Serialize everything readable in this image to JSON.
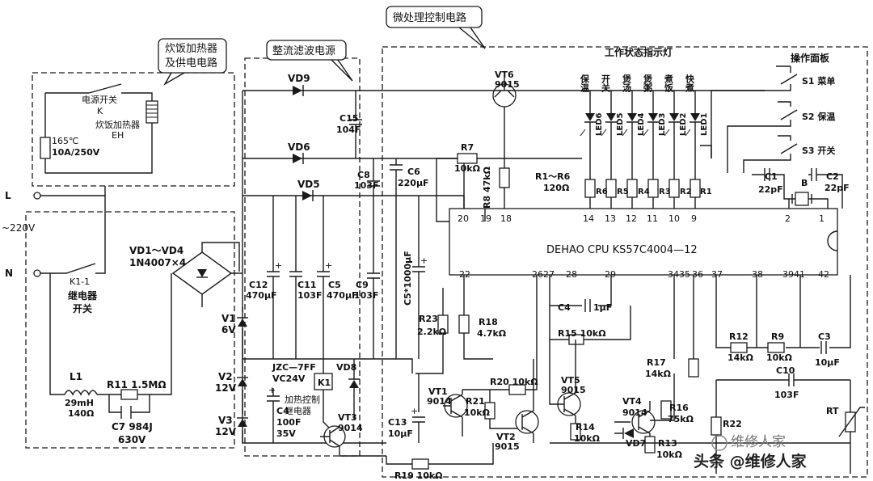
{
  "blocks": {
    "cooker_heater": [
      "炊饭加热器",
      "及供电电路"
    ],
    "rectifier": "整流滤波电源",
    "mcu": "微处理控制电路"
  },
  "mains": {
    "L": "L",
    "voltage": "~220V",
    "N": "N"
  },
  "heater_section": {
    "switch_name": "电源开关",
    "switch_ref": "K",
    "heater_name": "炊饭加热器",
    "heater_ref": "EH",
    "fuse_temp": "165℃",
    "fuse_rating": "10A/250V",
    "relay_contact_ref": "K1-1",
    "relay_contact_name": [
      "继电器",
      "开关"
    ]
  },
  "rectifier_section": {
    "bridge_ref": "VD1～VD4",
    "bridge_part": "1N4007×4",
    "l1_ref": "L1",
    "l1_value": [
      "29mH",
      "140Ω"
    ],
    "r11": "R11 1.5MΩ",
    "c7_ref": "C7 984J",
    "c7_value": "630V",
    "v1": [
      "V1",
      "6V"
    ],
    "v2": [
      "V2",
      "12V"
    ],
    "v3": [
      "V3",
      "12V"
    ],
    "vd9": "VD9",
    "vd6": "VD6",
    "vd5": "VD5",
    "vd8": "VD8",
    "c15": [
      "C15",
      "104F"
    ],
    "c8": [
      "C8",
      "103F"
    ],
    "c6": [
      "C6",
      "220μF"
    ],
    "c12": [
      "C12",
      "470μF"
    ],
    "c11": [
      "C11",
      "103F"
    ],
    "c5": [
      "C5",
      "470μF"
    ],
    "c9": [
      "C9",
      "103F"
    ],
    "c5_star": "C5*1000μF",
    "relay_type": [
      "JZC—7FF",
      "VC24V"
    ],
    "relay_ref": "K1",
    "relay_label": [
      "加热控制",
      "继电器"
    ],
    "c4": [
      "C4",
      "100F",
      "35V"
    ]
  },
  "mcu_section": {
    "chip": "DEHAO CPU  KS57C4004—12",
    "vt6": [
      "VT6",
      "9015"
    ],
    "r7": [
      "R7",
      "10kΩ"
    ],
    "r8": "R8 47kΩ",
    "r1r6": [
      "R1～R6",
      "120Ω"
    ],
    "indicator_title": "工作状态指示灯",
    "indicator_chars": [
      "保温",
      "开关",
      "煲汤",
      "煲粥",
      "煮饭",
      "快煮"
    ],
    "leds": [
      "LED6",
      "LED5",
      "LED4",
      "LED3",
      "LED2",
      "LED1"
    ],
    "resistors": [
      "R6",
      "R5",
      "R4",
      "R3",
      "R2",
      "R1"
    ],
    "pins_top": [
      "20",
      "19",
      "18",
      "14",
      "13",
      "12",
      "11",
      "10",
      "9",
      "2",
      "1"
    ],
    "pins_bottom": [
      "22",
      "2627",
      "28",
      "29",
      "3435",
      "36",
      "37",
      "38",
      "3941",
      "42"
    ],
    "panel_title": "操作面板",
    "switches": [
      "S1 菜单",
      "S2 保温",
      "S3 开关"
    ],
    "c1": [
      "C1",
      "22pF"
    ],
    "c2": [
      "C2",
      "22pF"
    ],
    "crystal": "B",
    "c4": "C4",
    "c4_value": "1μF",
    "r15": "R15 10kΩ",
    "r23": [
      "R23",
      "2.2kΩ"
    ],
    "r18": [
      "R18",
      "4.7kΩ"
    ],
    "vt1": [
      "VT1",
      "9014"
    ],
    "r20": "R20 10kΩ",
    "r21": [
      "R21",
      "10kΩ"
    ],
    "vt2": [
      "VT2",
      "9015"
    ],
    "c13": [
      "C13",
      "10μF"
    ],
    "vt3": [
      "VT3",
      "9014"
    ],
    "r19": "R19 10kΩ",
    "vt5": [
      "VT5",
      "9015"
    ],
    "r14": [
      "R14",
      "10kΩ"
    ],
    "vt4": [
      "VT4",
      "9014"
    ],
    "vd7": "VD7",
    "r13": [
      "R13",
      "10kΩ"
    ],
    "r17": [
      "R17",
      "14kΩ"
    ],
    "r16": [
      "R16",
      "75kΩ"
    ],
    "r12": [
      "R12",
      "14kΩ"
    ],
    "r9": [
      "R9",
      "10kΩ"
    ],
    "c3": [
      "C3",
      "10μF"
    ],
    "c10": [
      "C10",
      "103F"
    ],
    "r22": "R22",
    "rt": "RT"
  },
  "watermark": {
    "text": "头条 @维修人家",
    "faint": "维修人家"
  }
}
